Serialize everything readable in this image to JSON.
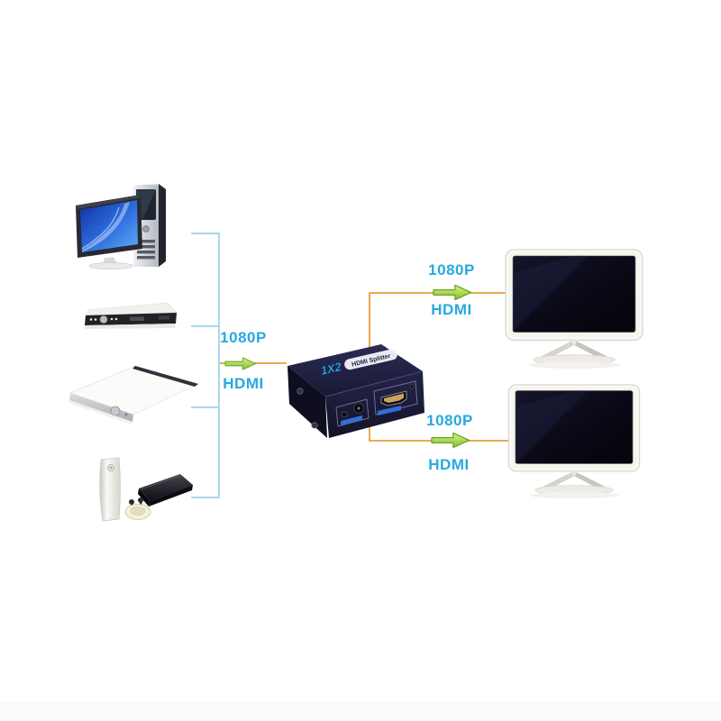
{
  "colors": {
    "label_text": "#29a8e0",
    "cable_line": "#e8aa52",
    "bracket_line": "#a7d9ec",
    "arrow_fill_light": "#dcf186",
    "arrow_fill_dark": "#7fc02e",
    "arrow_stroke": "#69a322",
    "splitter_body": "#1a1a38"
  },
  "splitter": {
    "badge_model": "1X2",
    "badge_product": "HDMI Splitter"
  },
  "connections": {
    "input": {
      "resolution": "1080P",
      "cable": "HDMI"
    },
    "output_top": {
      "resolution": "1080P",
      "cable": "HDMI"
    },
    "output_bottom": {
      "resolution": "1080P",
      "cable": "HDMI"
    }
  },
  "devices": {
    "sources": [
      "desktop-computer",
      "dvd-player",
      "set-top-box",
      "game-consoles"
    ],
    "hub": "hdmi-splitter-1x2",
    "displays": [
      "tv-top",
      "tv-bottom"
    ]
  }
}
